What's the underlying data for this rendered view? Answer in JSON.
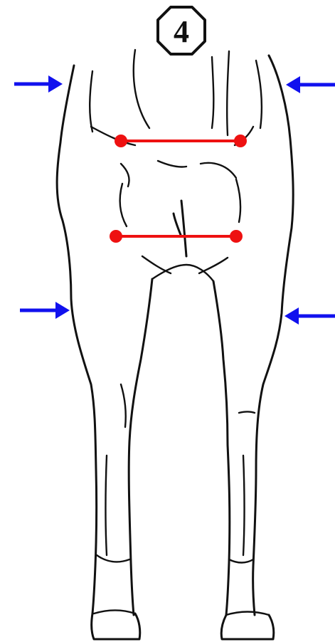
{
  "badge": {
    "label": "4"
  },
  "colors": {
    "measure_line": "#ee1111",
    "arrow": "#1111ee",
    "outline": "#111111",
    "background": "#ffffff"
  },
  "subject": "horse-hindquarters-rear-view",
  "markers": {
    "measurement_lines": 2,
    "arrows": 4
  }
}
